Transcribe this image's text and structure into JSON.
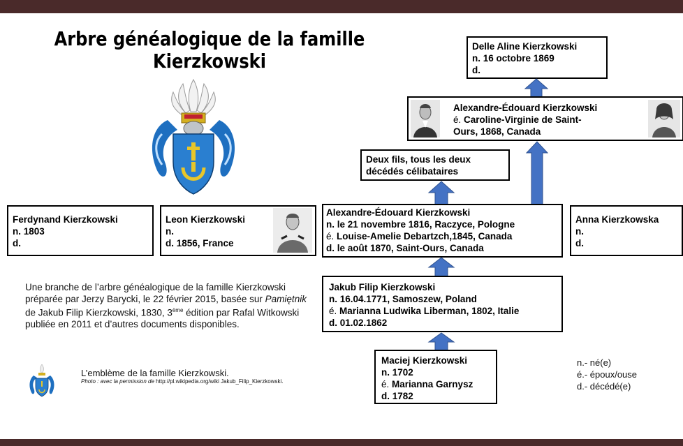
{
  "title": {
    "line1": "Arbre généalogique de la famille",
    "line2": "Kierzkowski"
  },
  "boxes": {
    "delle": {
      "name": "Delle Aline Kierzkowski",
      "born": "n. 16 octobre 1869",
      "died": "d."
    },
    "alex_edouard_son": {
      "name": "Alexandre-Édouard Kierzkowski",
      "spouse_prefix": "é.",
      "spouse_line1": "Caroline-Virginie de Saint-",
      "spouse_line2": "Ours, 1868, Canada"
    },
    "deux_fils": {
      "line1": "Deux fils,  tous les deux",
      "line2": "décédés célibataires"
    },
    "ferdynand": {
      "name": "Ferdynand Kierzkowski",
      "born": "n. 1803",
      "died": "d."
    },
    "leon": {
      "name": "Leon Kierzkowski",
      "born": "n.",
      "died": "d. 1856, France"
    },
    "alex_edouard": {
      "name": "Alexandre-Édouard Kierzkowski",
      "born": "n. le 21 novembre 1816, Raczyce, Pologne",
      "spouse_prefix": "é.",
      "spouse": "Louise-Amelie Debartzch,1845, Canada",
      "died": "d. le août 1870, Saint-Ours,  Canada"
    },
    "anna": {
      "name": "Anna Kierzkowska",
      "born": "n.",
      "died": "d."
    },
    "jakub": {
      "name": "Jakub Filip Kierzkowski",
      "born": "n. 16.04.1771, Samoszew, Poland",
      "spouse_prefix": "é.",
      "spouse": "Marianna Ludwika Liberman, 1802, Italie",
      "died": "d. 01.02.1862"
    },
    "maciej": {
      "name": "Maciej Kierzkowski",
      "born": "n. 1702",
      "spouse_prefix": "é.",
      "spouse": "Marianna Garnysz",
      "died": "d. 1782"
    }
  },
  "description": {
    "part1": "Une branche de l’arbre généalogique de la famille Kierzkowski préparée par Jerzy Barycki, le 22 février 2015, basée sur ",
    "book": "Pamiętnik",
    "part2": " de Jakub Filip Kierzkowski, 1830, 3",
    "sup": "ème",
    "part3": " édition par Rafal Witkowski publiée en 2011 et d’autres documents disponibles."
  },
  "emblem": {
    "caption": "L’emblème de la famille Kierzkowski.",
    "credit_label": "Photo : avec la permission de",
    "credit_url": " http://pl.wikipedia.org/wiki Jakub_Filip_Kierzkowski."
  },
  "legend": {
    "born": "n.- né(e)",
    "married": "é.- époux/ouse",
    "died": "d.- décédé(e)"
  },
  "colors": {
    "arrow": "#4472c4",
    "bar": "#4a2a2a",
    "shield": "#2a7fd0"
  }
}
